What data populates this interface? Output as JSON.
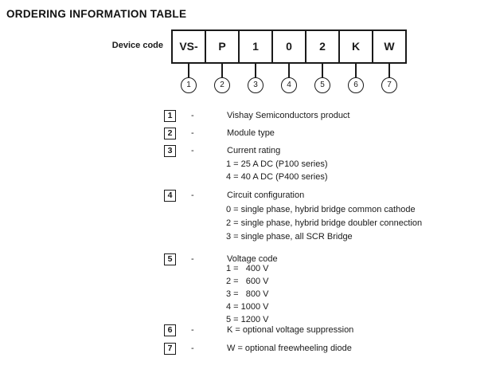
{
  "title": "ORDERING INFORMATION TABLE",
  "dash": "-",
  "device_code": {
    "label": "Device code",
    "segments": [
      {
        "code": "VS-",
        "num": "1"
      },
      {
        "code": "P",
        "num": "2"
      },
      {
        "code": "1",
        "num": "3"
      },
      {
        "code": "0",
        "num": "4"
      },
      {
        "code": "2",
        "num": "5"
      },
      {
        "code": "K",
        "num": "6"
      },
      {
        "code": "W",
        "num": "7"
      }
    ]
  },
  "legend": {
    "items": [
      {
        "num": "1",
        "label": "Vishay Semiconductors product",
        "options": []
      },
      {
        "num": "2",
        "label": "Module type",
        "options": []
      },
      {
        "num": "3",
        "label": "Current rating",
        "options": [
          "1 = 25 A DC (P100 series)",
          "4 = 40 A DC (P400 series)"
        ]
      },
      {
        "num": "4",
        "label": "Circuit configuration",
        "options": [
          "0 = single phase, hybrid bridge common cathode",
          "2 = single phase, hybrid bridge doubler connection",
          "3 = single phase, all SCR Bridge"
        ]
      },
      {
        "num": "5",
        "label": "Voltage code",
        "options": [
          "1 =   400 V",
          "2 =   600 V",
          "3 =   800 V",
          "4 = 1000 V",
          "5 = 1200 V"
        ]
      },
      {
        "num": "6",
        "label": "K = optional voltage suppression",
        "options": []
      },
      {
        "num": "7",
        "label": "W = optional freewheeling diode",
        "options": []
      }
    ]
  },
  "colors": {
    "ink": "#1a1a1a",
    "background": "#ffffff"
  }
}
